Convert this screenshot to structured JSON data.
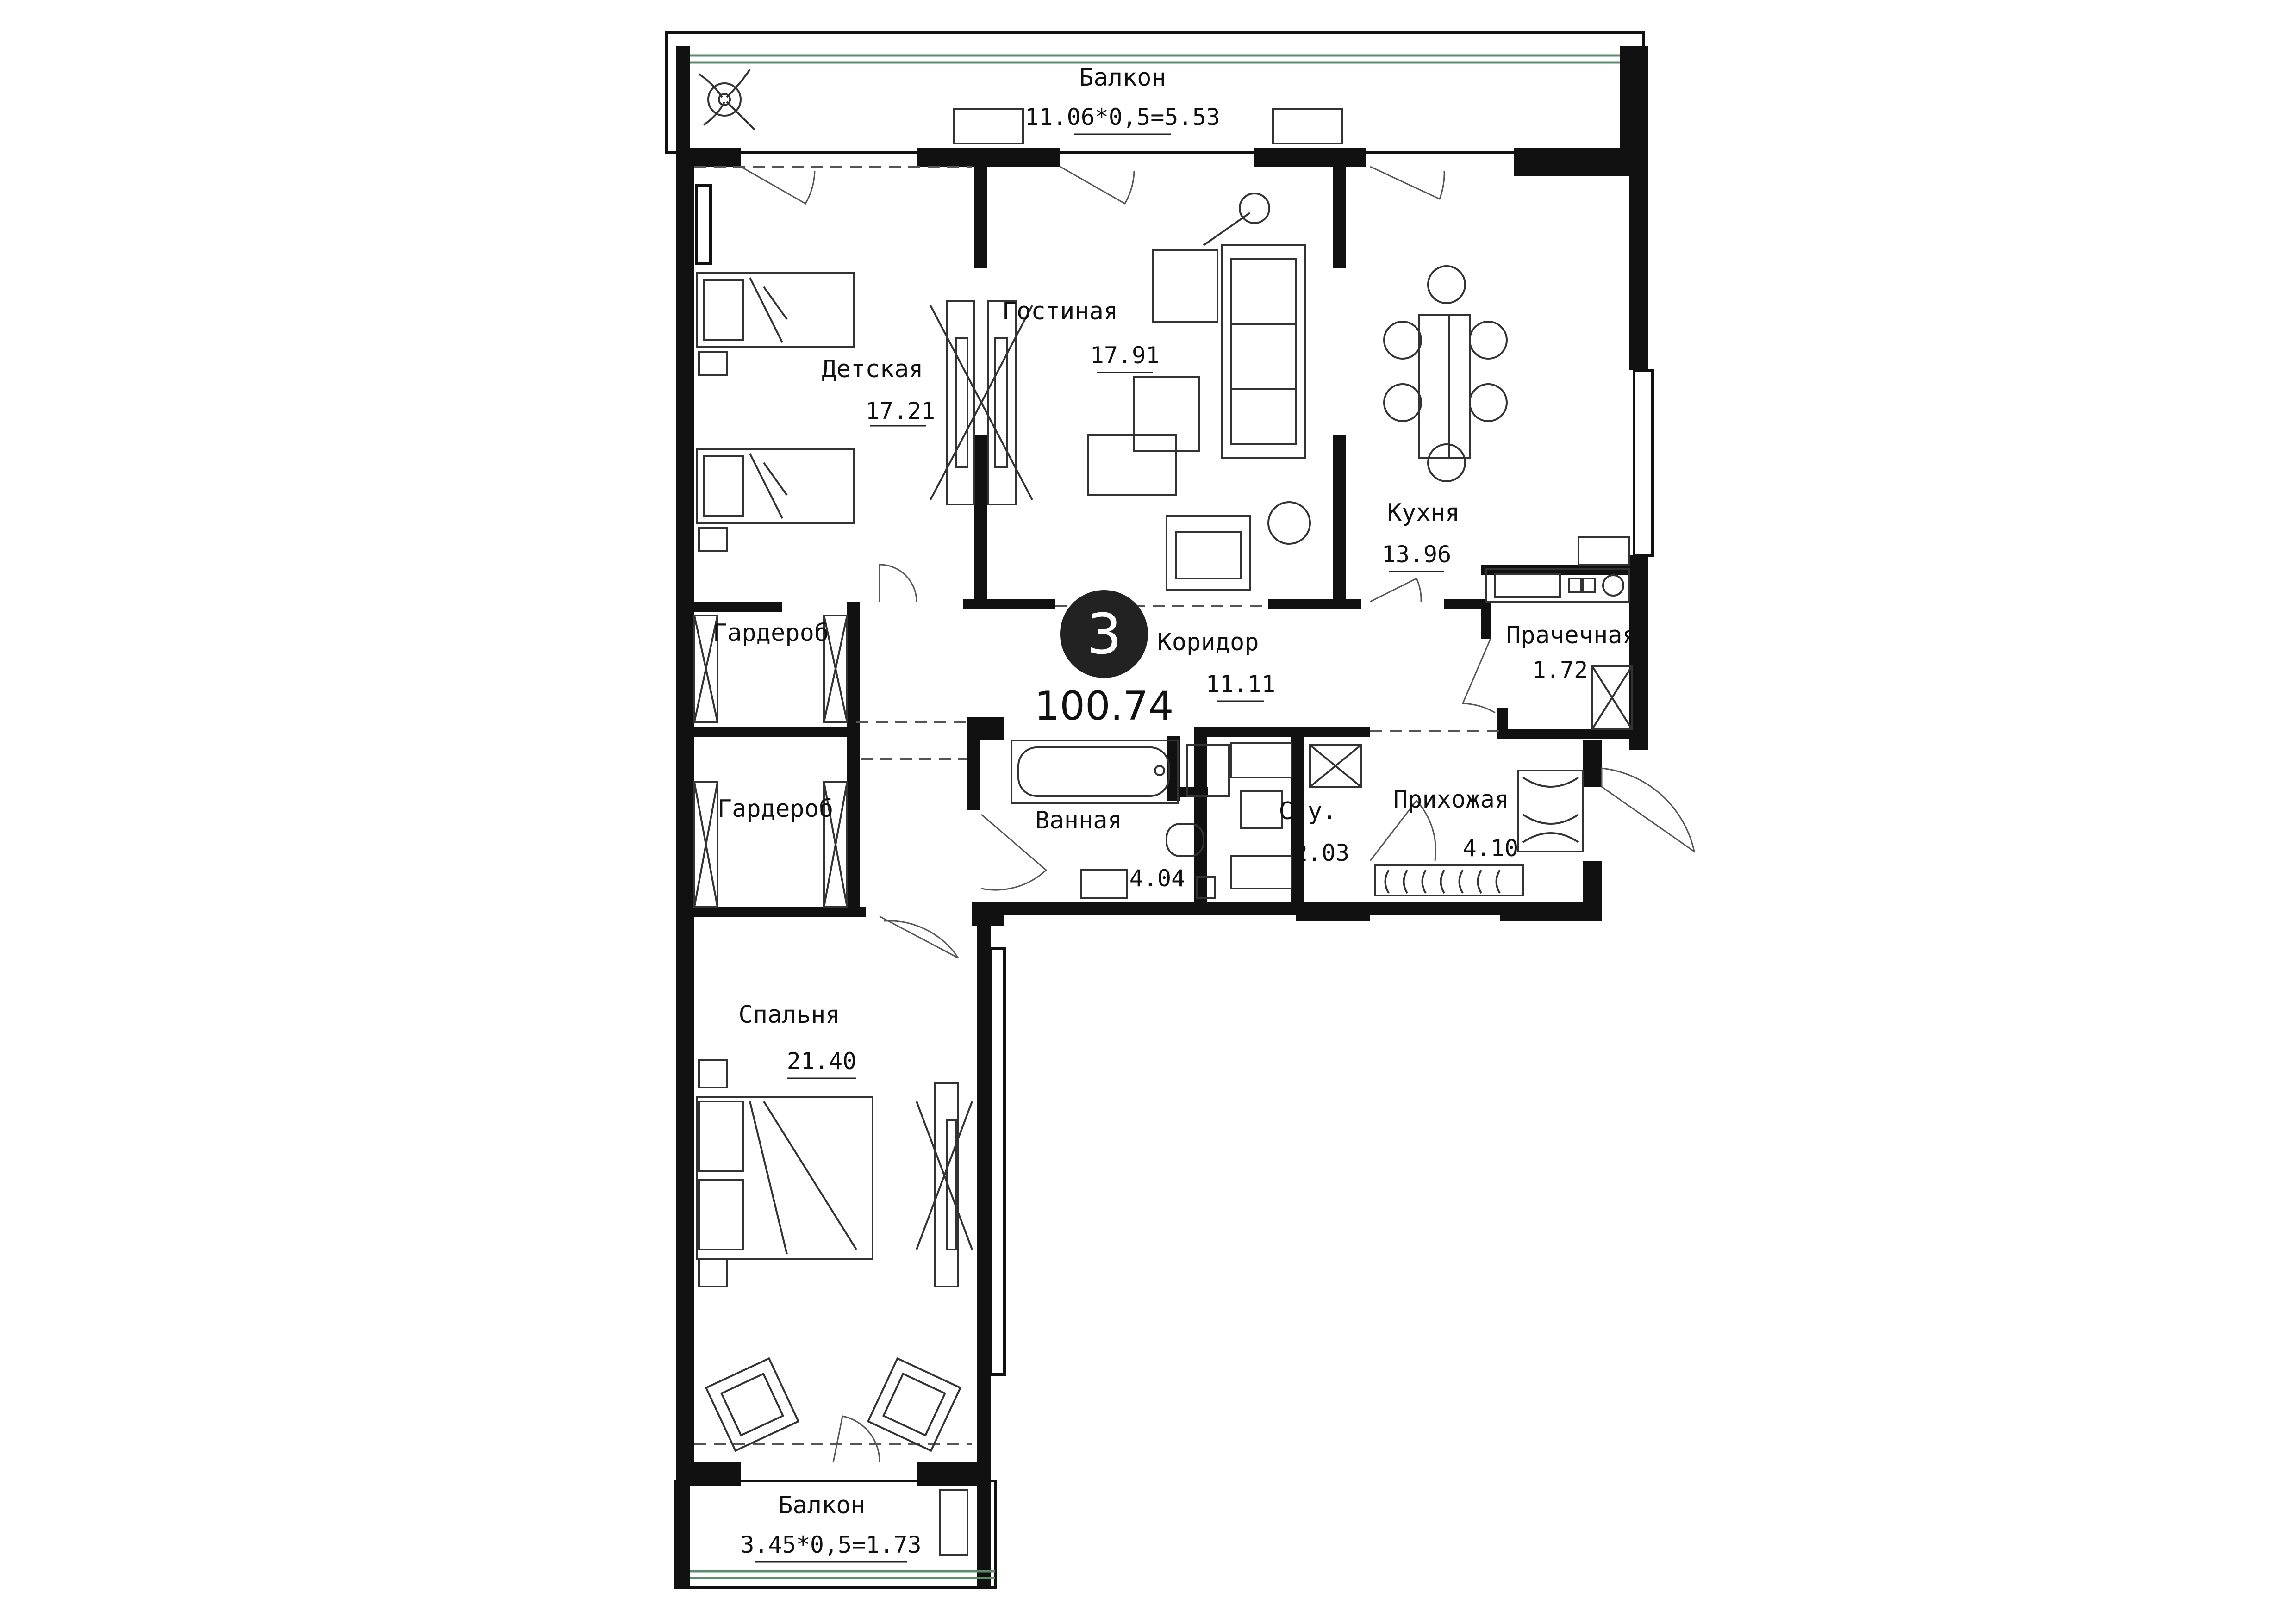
{
  "plan": {
    "apartment_rooms_count": "3",
    "total_area": "100.74",
    "rooms": [
      {
        "id": "balcony-top",
        "name": "Балкон",
        "area": "11.06*0,5=5.53"
      },
      {
        "id": "kids-room",
        "name": "Детская",
        "area": "17.21"
      },
      {
        "id": "living-room",
        "name": "Гостиная",
        "area": "17.91"
      },
      {
        "id": "kitchen",
        "name": "Кухня",
        "area": "13.96"
      },
      {
        "id": "corridor",
        "name": "Коридор",
        "area": "11.11"
      },
      {
        "id": "laundry",
        "name": "Прачечная",
        "area": "1.72"
      },
      {
        "id": "wardrobe-1",
        "name": "Гардероб",
        "area": ""
      },
      {
        "id": "wardrobe-2",
        "name": "Гардероб",
        "area": ""
      },
      {
        "id": "bathroom",
        "name": "Ванная",
        "area": "4.04"
      },
      {
        "id": "wc",
        "name": "С.у.",
        "area": "2.03"
      },
      {
        "id": "hallway",
        "name": "Прихожая",
        "area": "4.10"
      },
      {
        "id": "bedroom",
        "name": "Спальня",
        "area": "21.40"
      },
      {
        "id": "balcony-bottom",
        "name": "Балкон",
        "area": "3.45*0,5=1.73"
      }
    ]
  },
  "colors": {
    "walls": "#111111",
    "balcony_glazing": "#5c8c6c",
    "badge": "#222222"
  }
}
